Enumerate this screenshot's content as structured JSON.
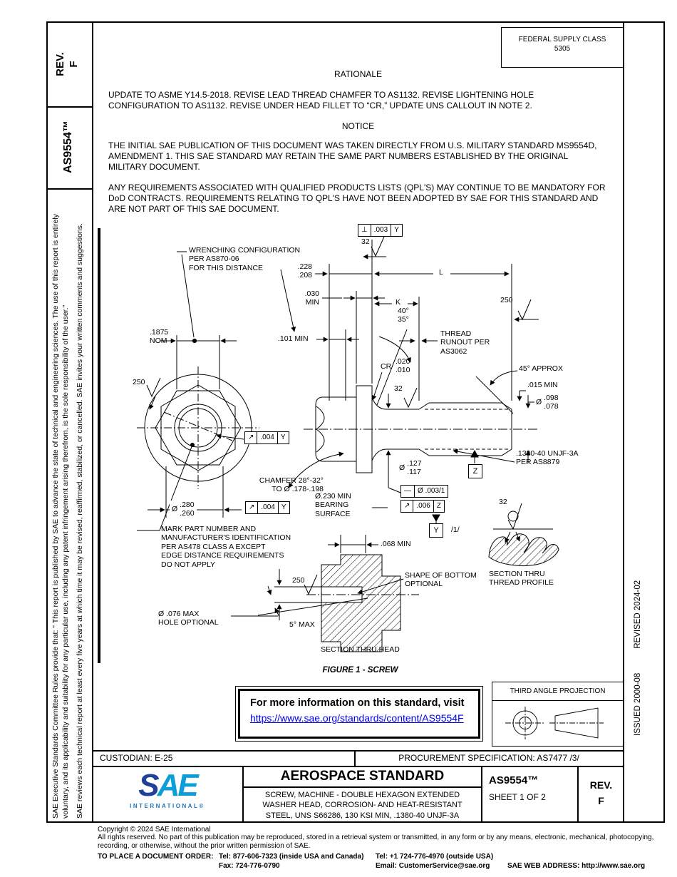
{
  "sidebar_left": {
    "rev_box": "REV.\nF",
    "doc_box": "AS9554™",
    "para1": "SAE Executive Standards Committee Rules provide that: \" This report is published by SAE to advance the state of technical and engineering sciences. The use of this report is entirely voluntary, and its applicability and suitability for any particular use, including any patent infringement arising therefrom, is the sole responsibility of the user.\"",
    "para2": "SAE reviews each technical report at least every five years at which time it may be revised, reaffirmed, stabilized, or cancelled. SAE invites your written comments and suggestions."
  },
  "sidebar_right": {
    "issued": "ISSUED 2000-08",
    "revised": "REVISED 2024-02"
  },
  "header": {
    "fsc_title": "FEDERAL SUPPLY CLASS",
    "fsc_code": "5305"
  },
  "rationale": {
    "heading": "RATIONALE",
    "body": "UPDATE TO ASME Y14.5-2018. REVISE LEAD THREAD CHAMFER TO AS1132. REVISE LIGHTENING HOLE CONFIGURATION TO AS1132. REVISE UNDER HEAD FILLET TO “CR,” UPDATE UNS CALLOUT IN NOTE 2."
  },
  "notice": {
    "heading": "NOTICE",
    "para1": "THE INITIAL SAE PUBLICATION OF THIS DOCUMENT WAS TAKEN DIRECTLY FROM U.S. MILITARY STANDARD MS9554D, AMENDMENT 1. THIS SAE STANDARD MAY RETAIN THE SAME PART NUMBERS ESTABLISHED BY THE ORIGINAL MILITARY DOCUMENT.",
    "para2": "ANY REQUIREMENTS ASSOCIATED WITH QUALIFIED PRODUCTS LISTS (QPL'S) MAY CONTINUE TO BE MANDATORY FOR DoD CONTRACTS. REQUIREMENTS RELATING TO QPL'S HAVE NOT BEEN ADOPTED BY SAE FOR THIS STANDARD AND ARE NOT PART OF THIS SAE DOCUMENT."
  },
  "figure": {
    "labels": {
      "wrenching_note": "WRENCHING CONFIGURATION\nPER AS870-06\nFOR THIS DISTANCE",
      "dim_228_208": ".228\n.208",
      "dim_l": "L",
      "dim_030": ".030\nMIN",
      "dim_k": "K",
      "angle_40_35": "40°\n35°",
      "dim_1875": ".1875\nNOM",
      "dim_101": ".101 MIN",
      "thread_runout": "THREAD\nRUNOUT PER\nAS3062",
      "cr": "CR",
      "cr_vals": ".020\n.010",
      "angle_45": "45° APPROX",
      "dim_015": ".015 MIN",
      "dia_sym": "Ø",
      "dia_098_vals": ".098\n.078",
      "finish_32": "32",
      "finish_250": "250",
      "thread_callout": ".1380-40 UNJF-3A\nPER AS8879",
      "datum_z": "Z",
      "datum_y": "Y",
      "note_1": "/1/",
      "dia_127_vals": ".127\n.117",
      "fcf_perp_sym": "⊥",
      "fcf_perp_val": ".003",
      "fcf_perp_datum": "Y",
      "fcf_straight_sym": "—",
      "fcf_straight_val": "Ø .003/1",
      "fcf_runout_sym": "↗",
      "fcf_runout_val": ".006",
      "fcf_runout_datum": "Z",
      "fcf_circ_sym": "↗",
      "fcf_circ_val": ".004",
      "fcf_circ_datum": "Y",
      "chamfer_note": "CHAMFER 28°-32°\nTO Ø .178-.198",
      "bearing_note": "Ø.230 MIN\nBEARING\nSURFACE",
      "dia_280_vals": ".280\n.260",
      "mark_note": "MARK PART NUMBER AND\nMANUFACTURER'S IDENTIFICATION\nPER AS478 CLASS A EXCEPT\nEDGE DISTANCE REQUIREMENTS\nDO NOT APPLY",
      "dim_068": ".068 MIN",
      "shape_note": "SHAPE OF BOTTOM\nOPTIONAL",
      "hole_note": "Ø .076 MAX\nHOLE OPTIONAL",
      "angle_5": "5° MAX",
      "section_head": "SECTION THRU HEAD",
      "section_thread": "SECTION THRU\nTHREAD PROFILE"
    },
    "caption": "FIGURE 1 - SCREW"
  },
  "info_box": {
    "text": "For more information on this standard, visit",
    "link": "https://www.sae.org/standards/content/AS9554F",
    "link_color": "#0000ee"
  },
  "projection_box": {
    "title": "THIRD ANGLE PROJECTION"
  },
  "title_block": {
    "custodian": "CUSTODIAN: E-25",
    "procurement": "PROCUREMENT SPECIFICATION: AS7477 /3/",
    "heading": "AEROSPACE STANDARD",
    "subtitle": "SCREW, MACHINE - DOUBLE HEXAGON EXTENDED\nWASHER HEAD, CORROSION- AND HEAT-RESISTANT\nSTEEL, UNS S66286, 130 KSI MIN, .1380-40 UNJF-3A",
    "doc_number": "AS9554™",
    "sheet": "SHEET 1 OF 2",
    "rev": "REV.\nF"
  },
  "brand": {
    "letter1": "S",
    "letter2": "A",
    "letter3": "E",
    "subtitle": "INTERNATIONAL®",
    "color_dark": "#21409a",
    "color_light": "#0c9ed9",
    "color_sub": "#1b75bb"
  },
  "footer": {
    "copyright": "Copyright © 2024 SAE International",
    "rights": "All rights reserved. No part of this publication may be reproduced, stored in a retrieval system or transmitted, in any form or by any means, electronic, mechanical, photocopying, recording, or otherwise, without the prior written permission of SAE.",
    "order_label": "TO PLACE A DOCUMENT ORDER:",
    "tel_inside": "Tel: 877-606-7323 (inside USA and Canada)",
    "fax": "Fax: 724-776-0790",
    "tel_outside": "Tel: +1 724-776-4970 (outside USA)",
    "email": "Email: CustomerService@sae.org",
    "web": "SAE WEB ADDRESS: http://www.sae.org"
  }
}
